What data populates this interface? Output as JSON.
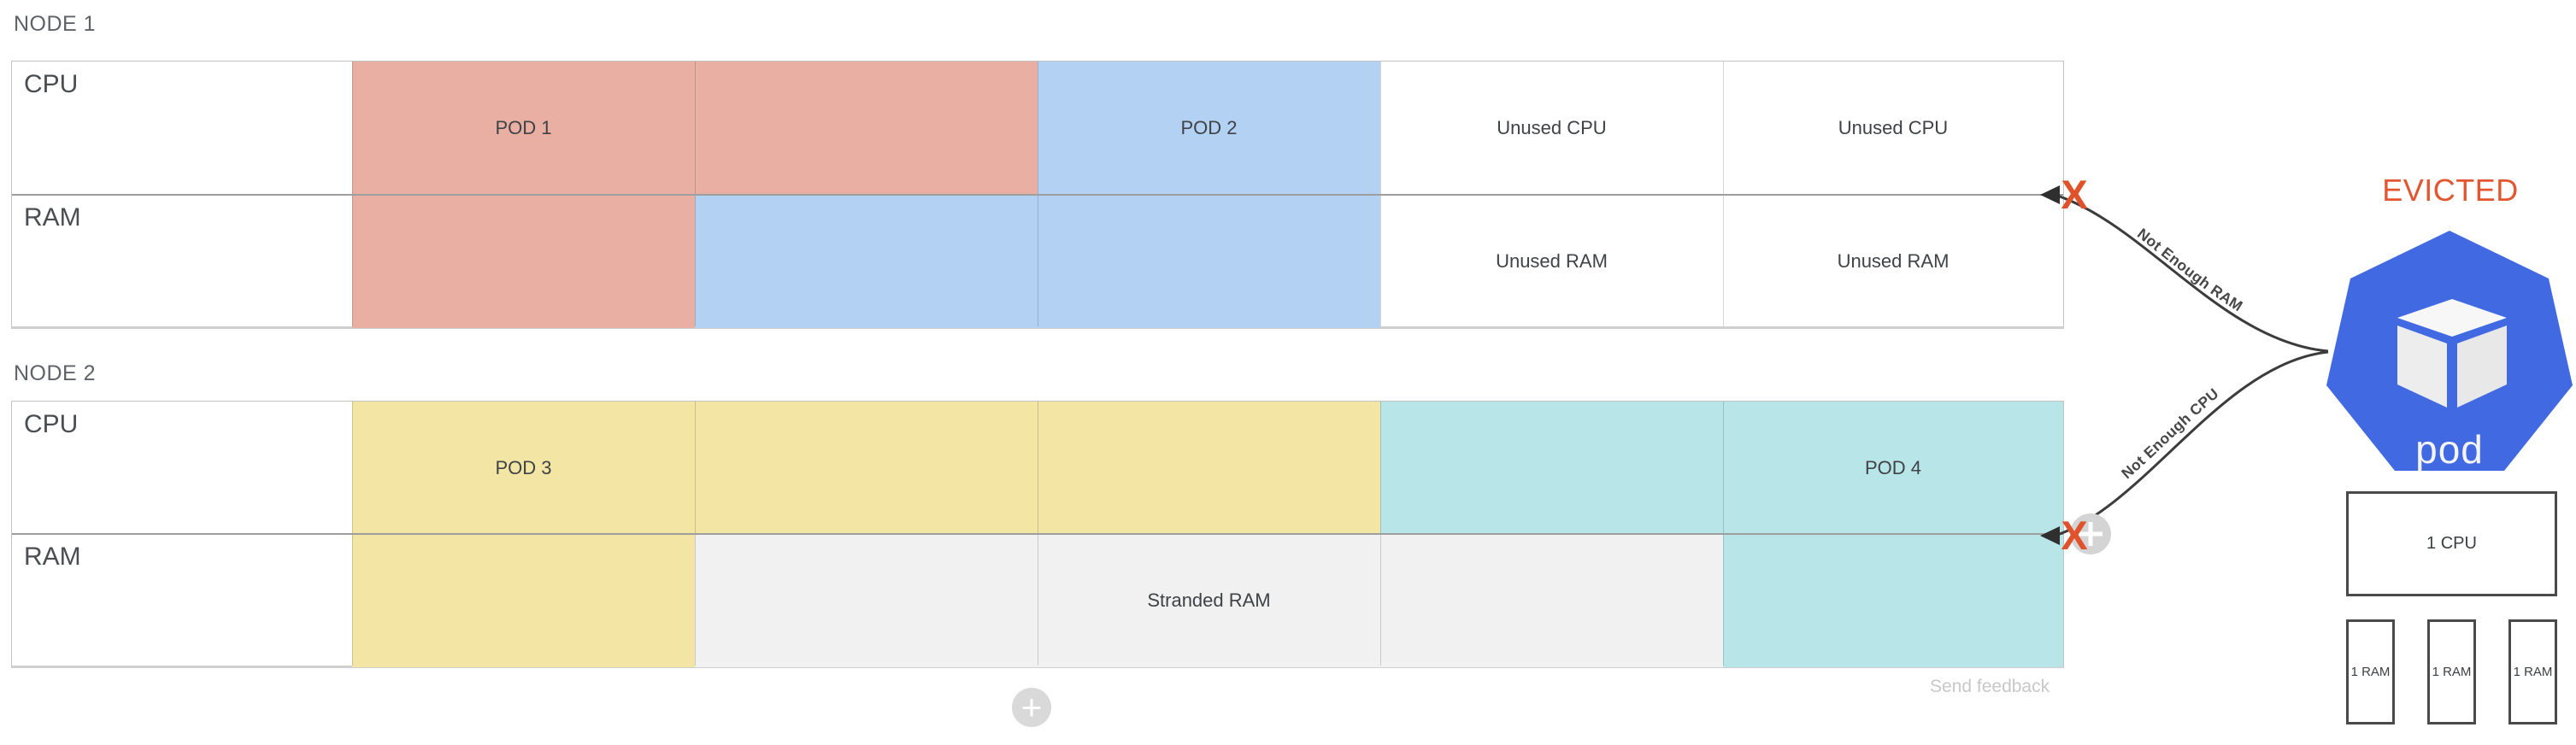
{
  "palette": {
    "pod1_salmon": "#e9afa3",
    "pod2_blue": "#b3d1f2",
    "pod3_yellow": "#f3e5a4",
    "pod4_teal": "#b8e5e8",
    "stranded_gray": "#f1f1f1",
    "kubernetes_pod_blue": "#4169e1",
    "evicted_orange": "#e2572f",
    "x_mark_orange": "#e0532a",
    "arrow_dark": "#3c3c3c"
  },
  "node1": {
    "title": "NODE 1",
    "cpu_label": "CPU",
    "ram_label": "RAM",
    "pod1": "POD 1",
    "pod2": "POD 2",
    "unused_cpu_1": "Unused CPU",
    "unused_cpu_2": "Unused CPU",
    "unused_ram_1": "Unused RAM",
    "unused_ram_2": "Unused RAM"
  },
  "node2": {
    "title": "NODE 2",
    "cpu_label": "CPU",
    "ram_label": "RAM",
    "pod3": "POD 3",
    "pod4": "POD 4",
    "stranded_ram": "Stranded RAM"
  },
  "arrows": {
    "not_enough_ram": "Not Enough RAM",
    "not_enough_cpu": "Not Enough CPU",
    "x_mark": "X"
  },
  "evicted_pod": {
    "status": "EVICTED",
    "pod_label": "pod",
    "cpu_requirement": "1 CPU",
    "ram_requirements": [
      "1 RAM",
      "1 RAM",
      "1 RAM"
    ]
  },
  "footer": {
    "send_feedback": "Send feedback",
    "add_button_label": "+"
  }
}
